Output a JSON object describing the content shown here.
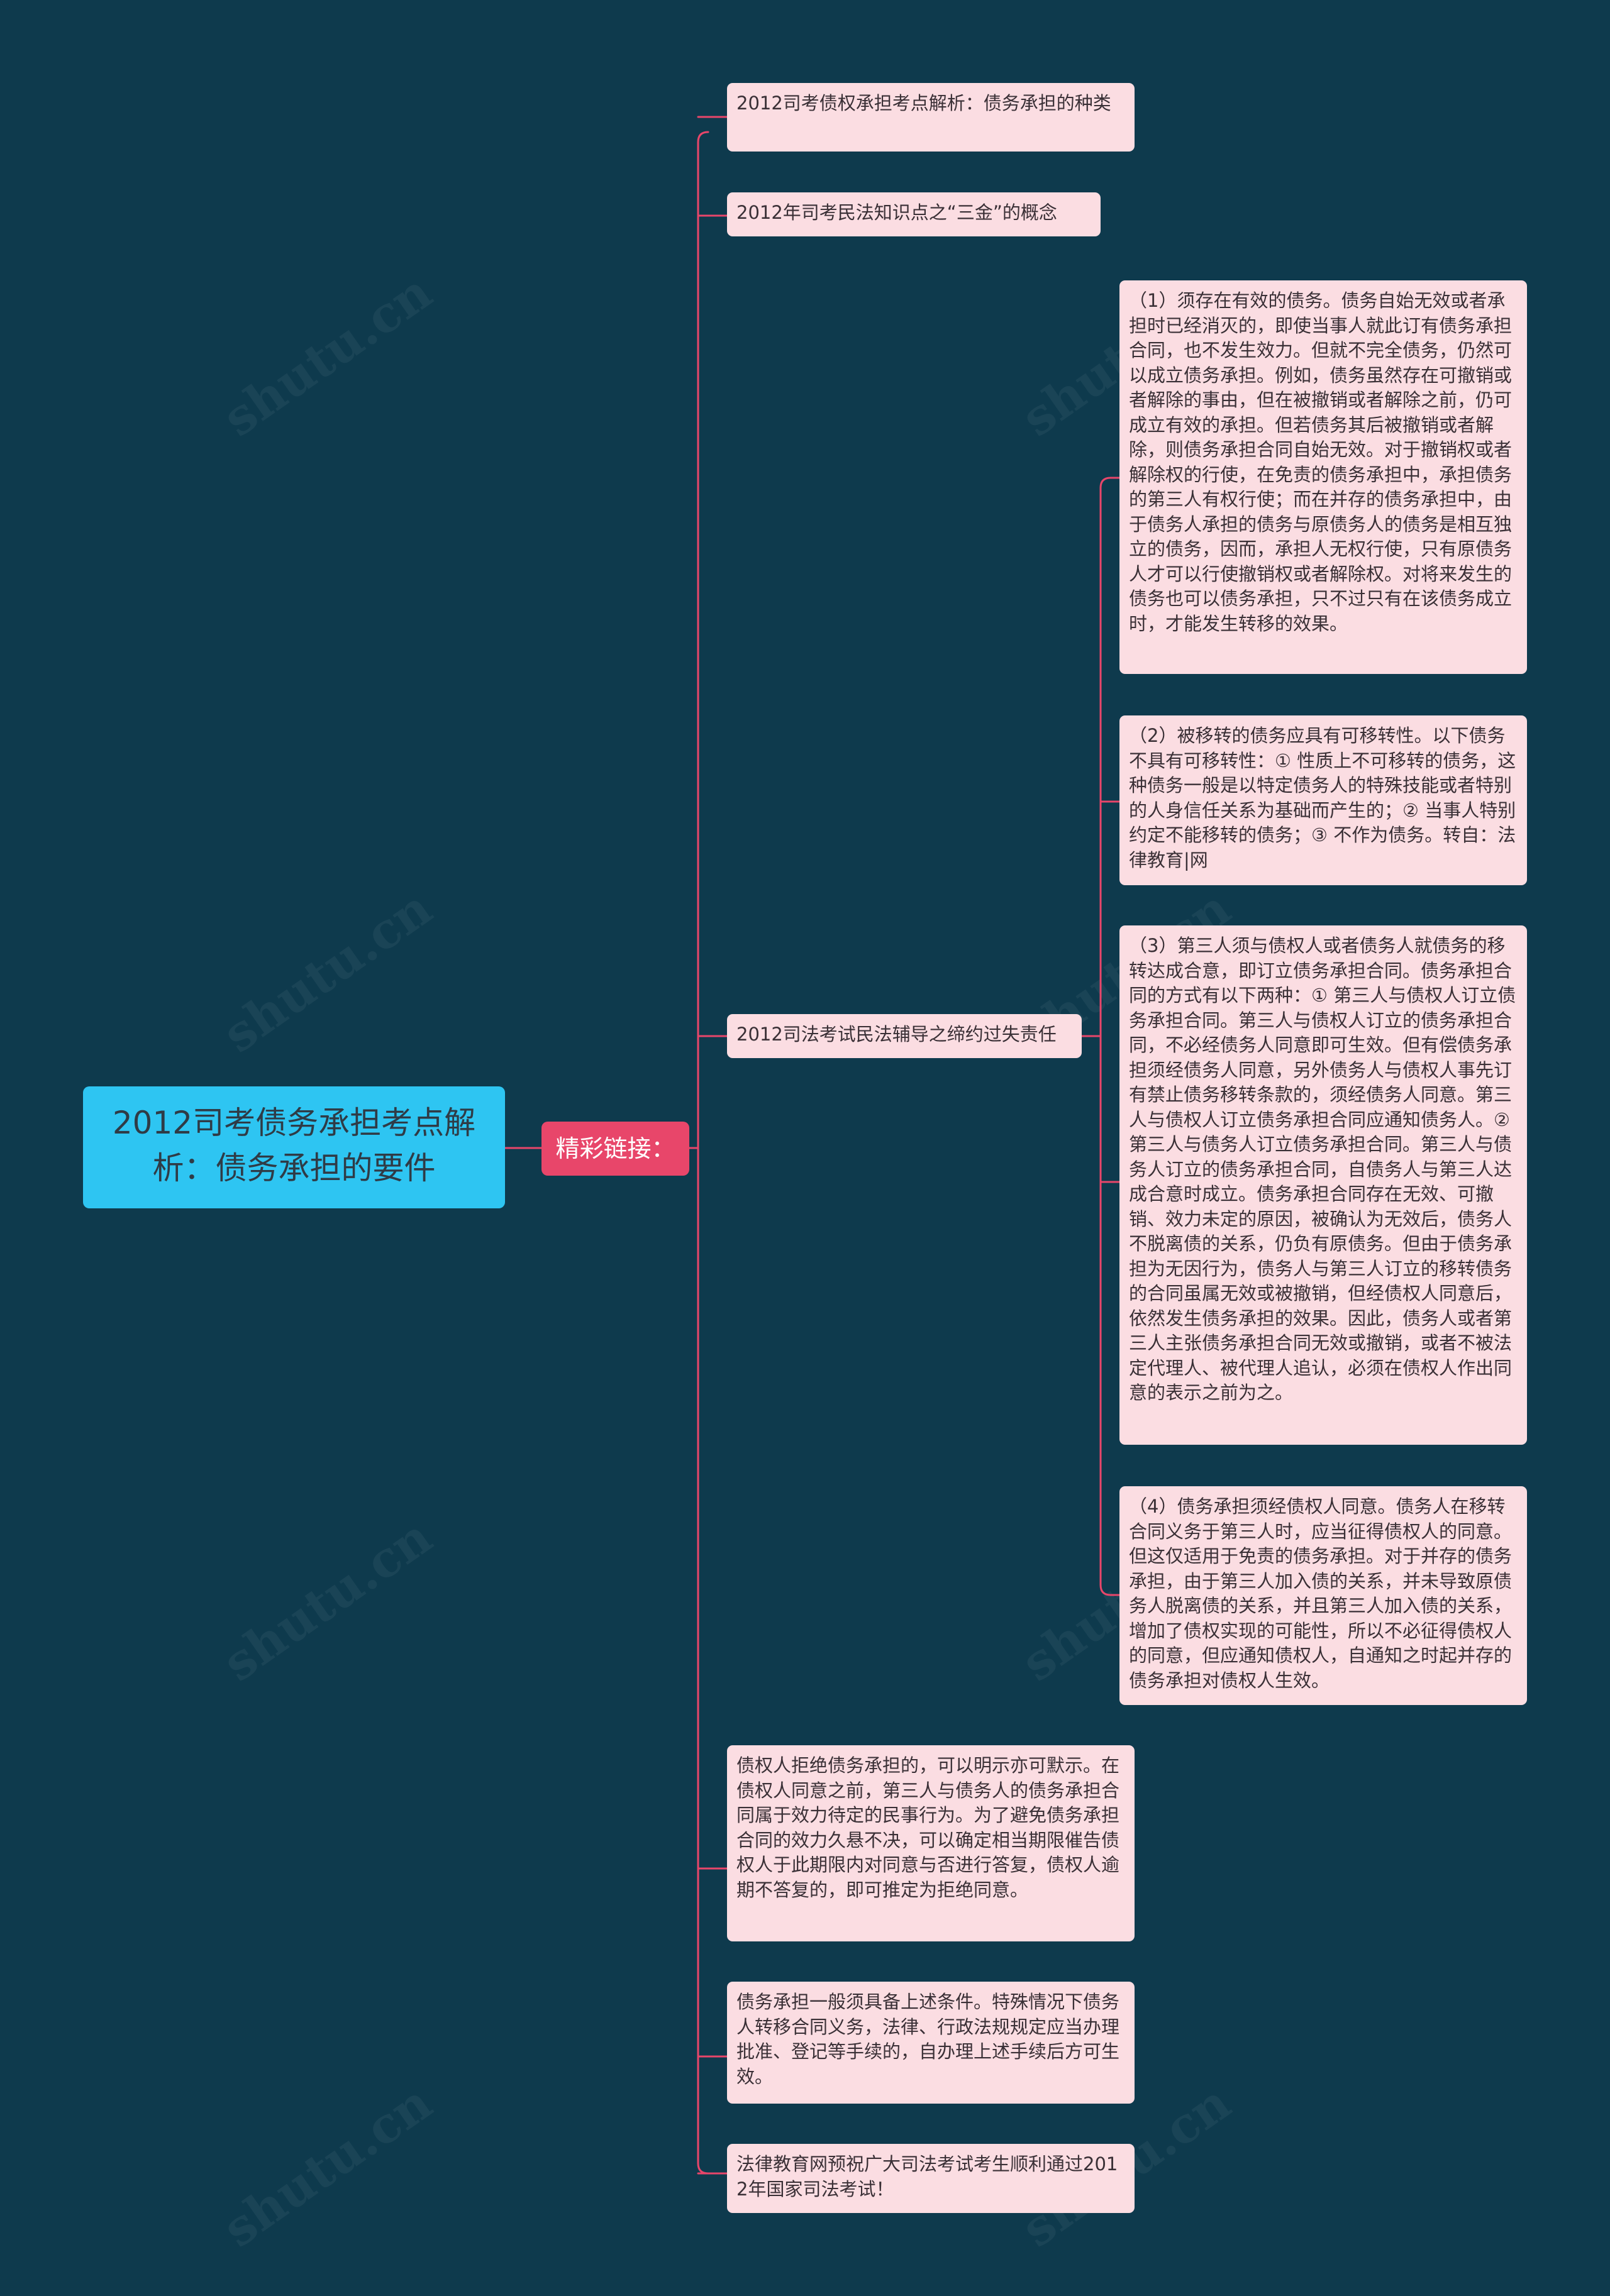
{
  "colors": {
    "background": "#0e3a4d",
    "root_fill": "#2ec5f2",
    "hub_fill": "#e8466a",
    "leaf_fill": "#fbdde2",
    "connector": "#e8466a"
  },
  "root": {
    "label": "2012司考债务承担考点解析：债务承担的要件"
  },
  "hub": {
    "label": "精彩链接："
  },
  "links": [
    {
      "text": "2012司考债权承担考点解析：债务承担的种类"
    },
    {
      "text": "2012年司考民法知识点之“三金”的概念"
    },
    {
      "text": "2012司法考试民法辅导之缔约过失责任"
    },
    {
      "text": "债权人拒绝债务承担的，可以明示亦可默示。在债权人同意之前，第三人与债务人的债务承担合同属于效力待定的民事行为。为了避免债务承担合同的效力久悬不决，可以确定相当期限催告债权人于此期限内对同意与否进行答复，债权人逾期不答复的，即可推定为拒绝同意。"
    },
    {
      "text": "债务承担一般须具备上述条件。特殊情况下债务人转移合同义务，法律、行政法规规定应当办理批准、登记等手续的，自办理上述手续后方可生效。"
    },
    {
      "text": "法律教育网预祝广大司法考试考生顺利通过2012年国家司法考试！"
    }
  ],
  "conditions": [
    {
      "text": "（1）须存在有效的债务。债务自始无效或者承担时已经消灭的，即使当事人就此订有债务承担合同，也不发生效力。但就不完全债务，仍然可以成立债务承担。例如，债务虽然存在可撤销或者解除的事由，但在被撤销或者解除之前，仍可成立有效的承担。但若债务其后被撤销或者解除，则债务承担合同自始无效。对于撤销权或者解除权的行使，在免责的债务承担中，承担债务的第三人有权行使；而在并存的债务承担中，由于债务人承担的债务与原债务人的债务是相互独立的债务，因而，承担人无权行使，只有原债务人才可以行使撤销权或者解除权。对将来发生的债务也可以债务承担，只不过只有在该债务成立时，才能发生转移的效果。"
    },
    {
      "text": "（2）被移转的债务应具有可移转性。以下债务不具有可移转性：① 性质上不可移转的债务，这种债务一般是以特定债务人的特殊技能或者特别的人身信任关系为基础而产生的；② 当事人特别约定不能移转的债务；③ 不作为债务。转自：法律教育|网"
    },
    {
      "text": "（3）第三人须与债权人或者债务人就债务的移转达成合意，即订立债务承担合同。债务承担合同的方式有以下两种：① 第三人与债权人订立债务承担合同。第三人与债权人订立的债务承担合同，不必经债务人同意即可生效。但有偿债务承担须经债务人同意，另外债务人与债权人事先订有禁止债务移转条款的，须经债务人同意。第三人与债权人订立债务承担合同应通知债务人。② 第三人与债务人订立债务承担合同。第三人与债务人订立的债务承担合同，自债务人与第三人达成合意时成立。债务承担合同存在无效、可撤销、效力未定的原因，被确认为无效后，债务人不脱离债的关系，仍负有原债务。但由于债务承担为无因行为，债务人与第三人订立的移转债务的合同虽属无效或被撤销，但经债权人同意后，依然发生债务承担的效果。因此，债务人或者第三人主张债务承担合同无效或撤销，或者不被法定代理人、被代理人追认，必须在债权人作出同意的表示之前为之。"
    },
    {
      "text": "（4）债务承担须经债权人同意。债务人在移转合同义务于第三人时，应当征得债权人的同意。但这仅适用于免责的债务承担。对于并存的债务承担，由于第三人加入债的关系，并未导致原债务人脱离债的关系，并且第三人加入债的关系，增加了债权实现的可能性，所以不必征得债权人的同意，但应通知债权人，自通知之时起并存的债务承担对债权人生效。"
    }
  ]
}
